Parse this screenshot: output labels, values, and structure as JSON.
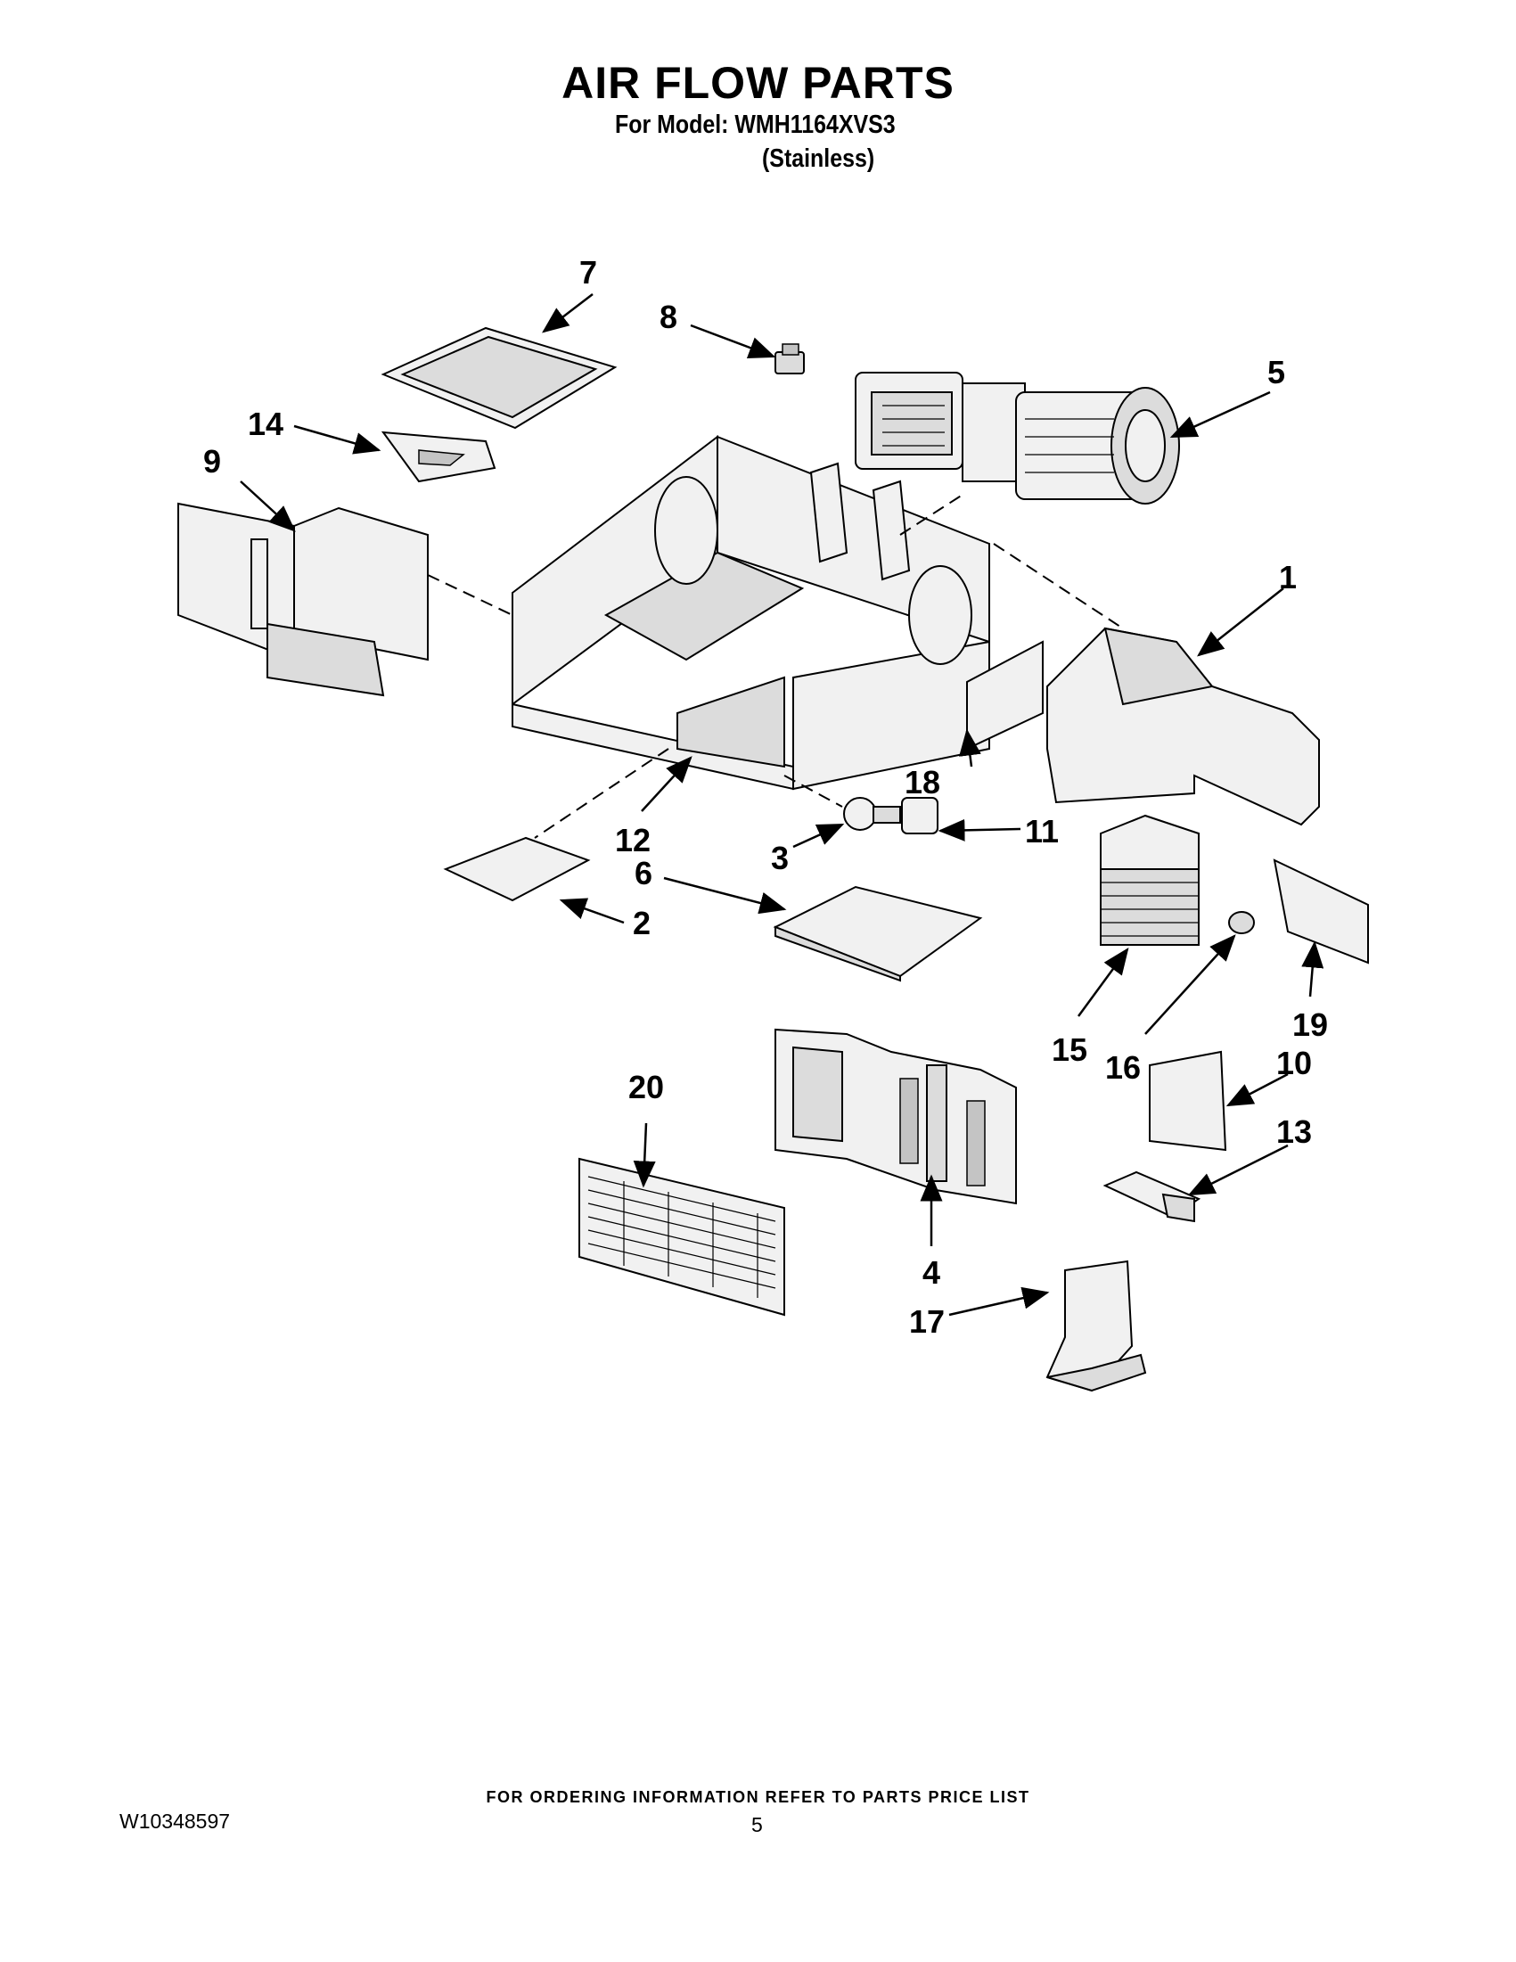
{
  "header": {
    "title": "AIR FLOW PARTS",
    "model_line": "For Model: WMH1164XVS3",
    "finish": "(Stainless)"
  },
  "callouts": [
    "1",
    "2",
    "3",
    "4",
    "5",
    "6",
    "7",
    "8",
    "9",
    "10",
    "11",
    "12",
    "13",
    "14",
    "15",
    "16",
    "17",
    "18",
    "19",
    "20"
  ],
  "footer": {
    "ordering_note": "FOR ORDERING INFORMATION REFER TO PARTS PRICE LIST",
    "doc_number": "W10348597",
    "page_number": "5"
  }
}
